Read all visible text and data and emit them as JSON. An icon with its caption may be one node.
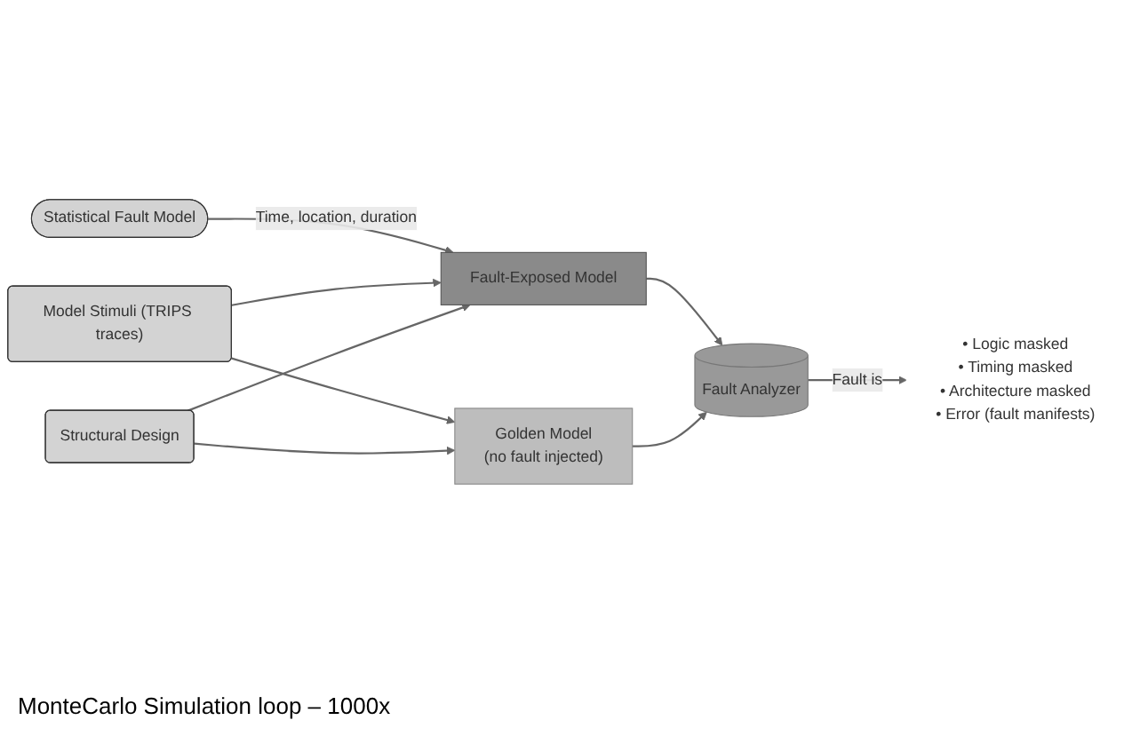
{
  "diagram": {
    "nodes": [
      {
        "text": [
          "Statistical Fault Model"
        ]
      },
      {
        "text": [
          "Model Stimuli (TRIPS traces)"
        ]
      },
      {
        "text": [
          "Fault-Exposed Model"
        ]
      },
      {
        "text": [
          "Structural Design"
        ]
      },
      {
        "text": [
          "Golden Model",
          "(no fault injected)"
        ]
      },
      {
        "text": [
          "Fault Analyzer"
        ]
      },
      {
        "text": [
          "• Logic masked",
          "• Timing masked",
          "• Architecture masked",
          "• Error (fault manifests)"
        ]
      }
    ],
    "edges": [
      {
        "from": 0,
        "to": 2,
        "arrow": "to",
        "label": "Time, location, duration"
      },
      {
        "from": 1,
        "to": 2,
        "arrow": "to"
      },
      {
        "from": 1,
        "to": 4,
        "arrow": "to"
      },
      {
        "from": 3,
        "to": 2,
        "arrow": "to"
      },
      {
        "from": 3,
        "to": 4,
        "arrow": "to"
      },
      {
        "from": 2,
        "to": 5,
        "arrow": "to"
      },
      {
        "from": 4,
        "to": 5,
        "arrow": "to"
      },
      {
        "from": 5,
        "to": 6,
        "arrow": "to",
        "label": "Fault is"
      }
    ],
    "labels": [
      "MonteCarlo Simulation loop – 1000x"
    ]
  }
}
